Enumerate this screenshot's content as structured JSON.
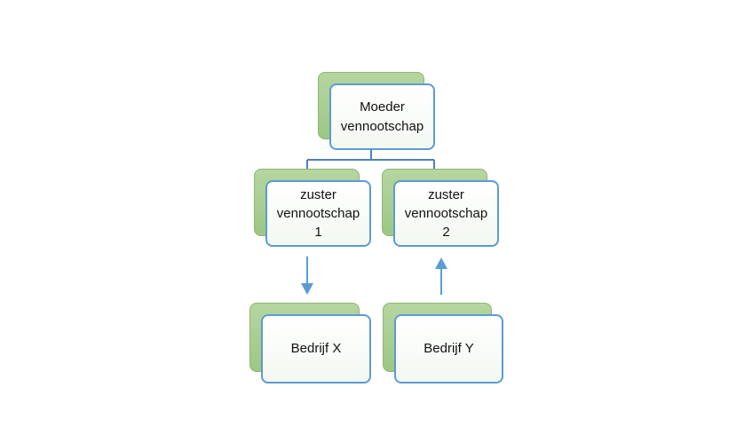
{
  "colors": {
    "box_border": "#5b9bd5",
    "shadow_fill": "#9dc785",
    "connector": "#4f81bd",
    "arrow": "#5b9bd5"
  },
  "nodes": {
    "moeder": {
      "line1": "Moeder",
      "line2": "vennootschap"
    },
    "zuster1": {
      "line1": "zuster",
      "line2": "vennootschap",
      "line3": "1"
    },
    "zuster2": {
      "line1": "zuster",
      "line2": "vennootschap",
      "line3": "2"
    },
    "bedrijf_x": {
      "label": "Bedrijf X"
    },
    "bedrijf_y": {
      "label": "Bedrijf Y"
    }
  },
  "edges": [
    {
      "from": "moeder",
      "to": "zuster1",
      "style": "tree"
    },
    {
      "from": "moeder",
      "to": "zuster2",
      "style": "tree"
    },
    {
      "from": "zuster1",
      "to": "bedrijf_x",
      "style": "arrow-down"
    },
    {
      "from": "bedrijf_y",
      "to": "zuster2",
      "style": "arrow-up"
    }
  ]
}
